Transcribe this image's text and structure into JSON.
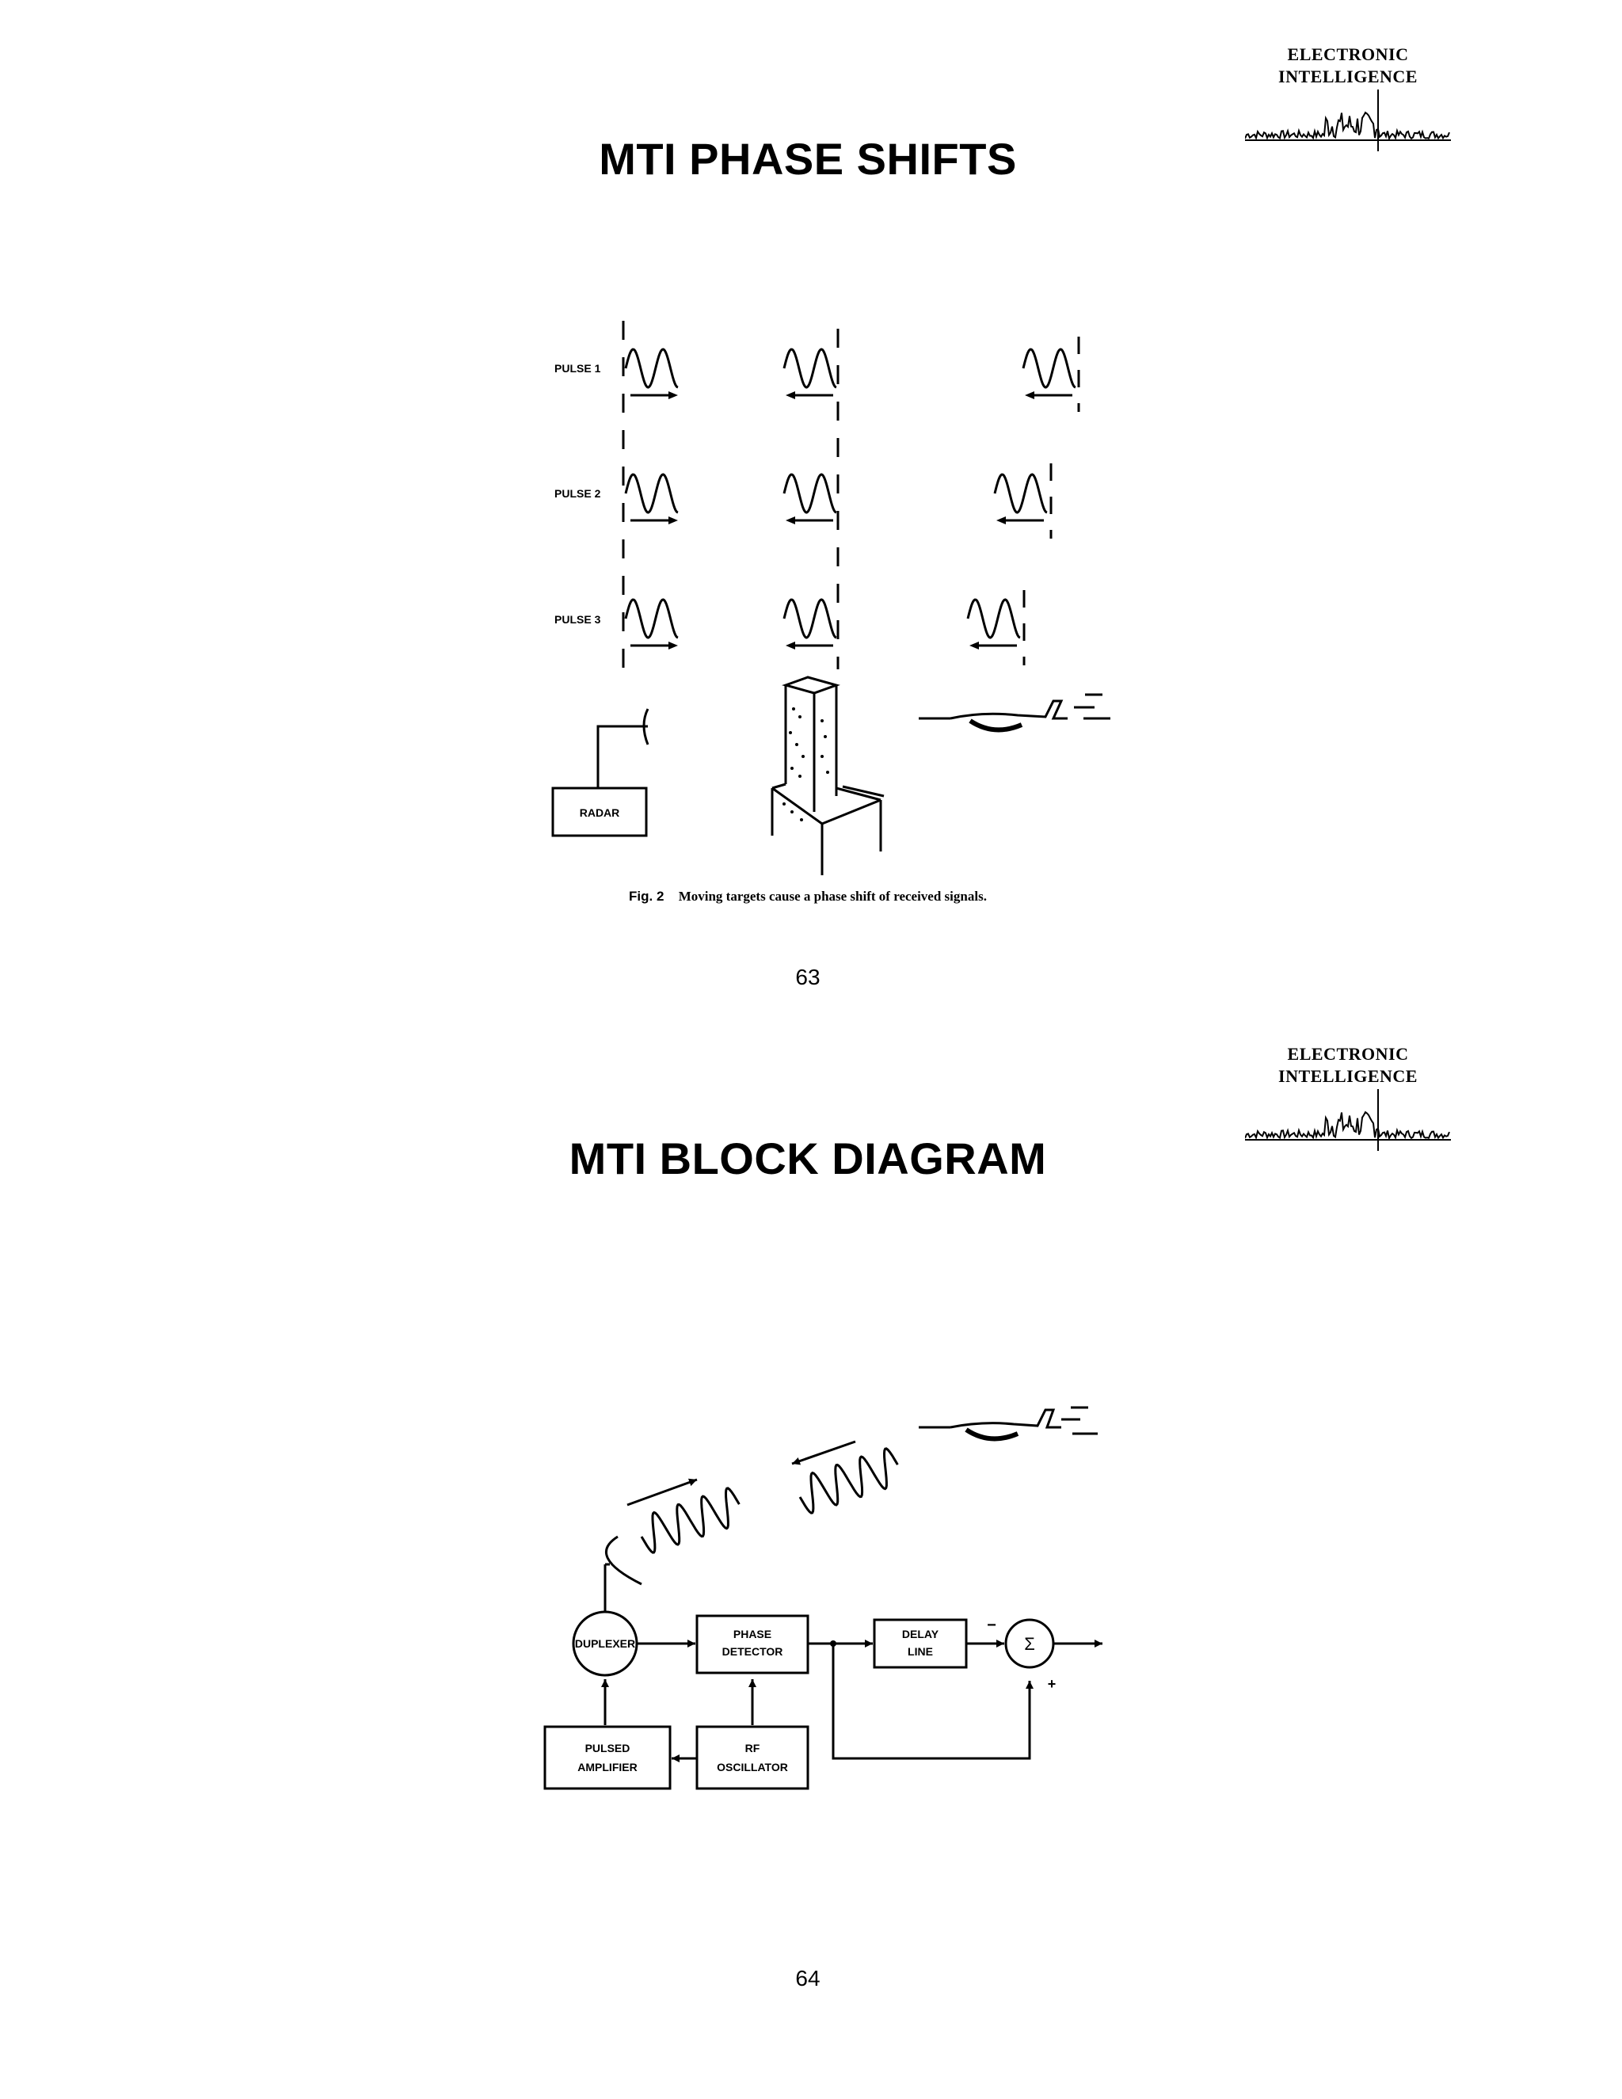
{
  "logo": {
    "line1": "ELECTRONIC",
    "line2": "INTELLIGENCE"
  },
  "page1": {
    "title": "MTI PHASE SHIFTS",
    "pulse_labels": [
      "PULSE 1",
      "PULSE 2",
      "PULSE 3"
    ],
    "radar_label": "RADAR",
    "caption_label": "Fig. 2",
    "caption_text": "Moving targets cause a phase shift of received signals.",
    "page_number": "63"
  },
  "page2": {
    "title": "MTI BLOCK DIAGRAM",
    "blocks": {
      "duplexer": "DUPLEXER",
      "phase_detector_1": "PHASE",
      "phase_detector_2": "DETECTOR",
      "delay_line_1": "DELAY",
      "delay_line_2": "LINE",
      "summer": "Σ",
      "pulsed_amp_1": "PULSED",
      "pulsed_amp_2": "AMPLIFIER",
      "rf_osc_1": "RF",
      "rf_osc_2": "OSCILLATOR",
      "minus": "−",
      "plus": "+"
    },
    "page_number": "64"
  },
  "icons": [
    "waveform-logo-icon",
    "radar-dish-icon",
    "building-icon",
    "aircraft-icon"
  ]
}
